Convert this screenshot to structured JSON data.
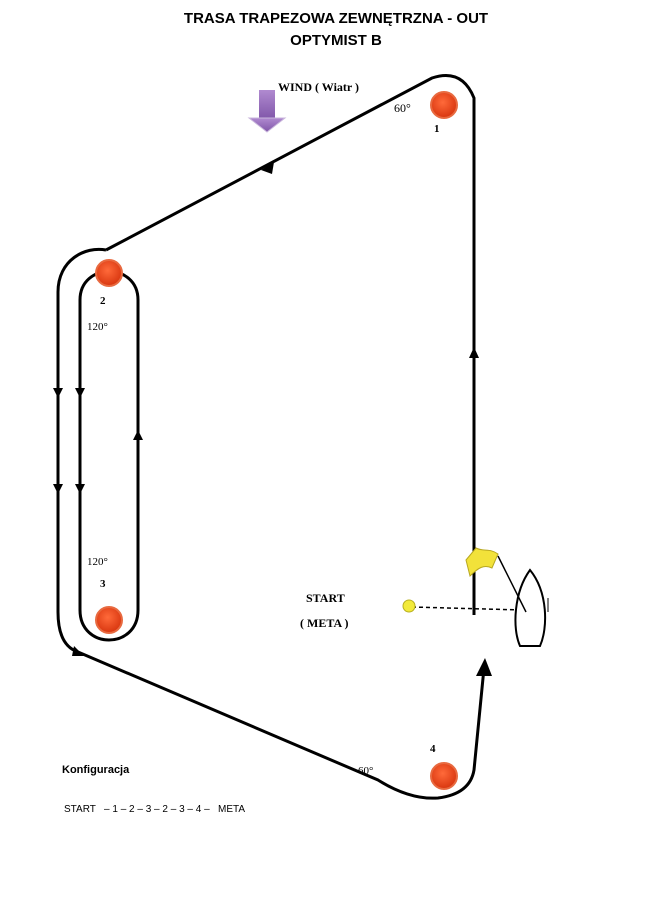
{
  "title": {
    "line1": "TRASA TRAPEZOWA ZEWNĘTRZNA - OUT",
    "line2": "OPTYMIST  B"
  },
  "wind": {
    "label": "WIND ( Wiatr )",
    "arrow_color": "#9b6fc0",
    "icon": "wind-arrow-icon"
  },
  "marks": {
    "color": "#e8431a",
    "labels": [
      "1",
      "2",
      "3",
      "4"
    ]
  },
  "angles": {
    "mark1": "60°",
    "mark2": "120°",
    "mark3": "120°",
    "mark4": "60°"
  },
  "start": {
    "label": "START",
    "meta": "( META   )",
    "buoy_color": "#f2ea3a",
    "flag_color": "#f2e23a"
  },
  "configuration": {
    "heading": "Konfiguracja",
    "sequence": "START   – 1 – 2 – 3 – 2 – 3 – 4 –   META"
  }
}
